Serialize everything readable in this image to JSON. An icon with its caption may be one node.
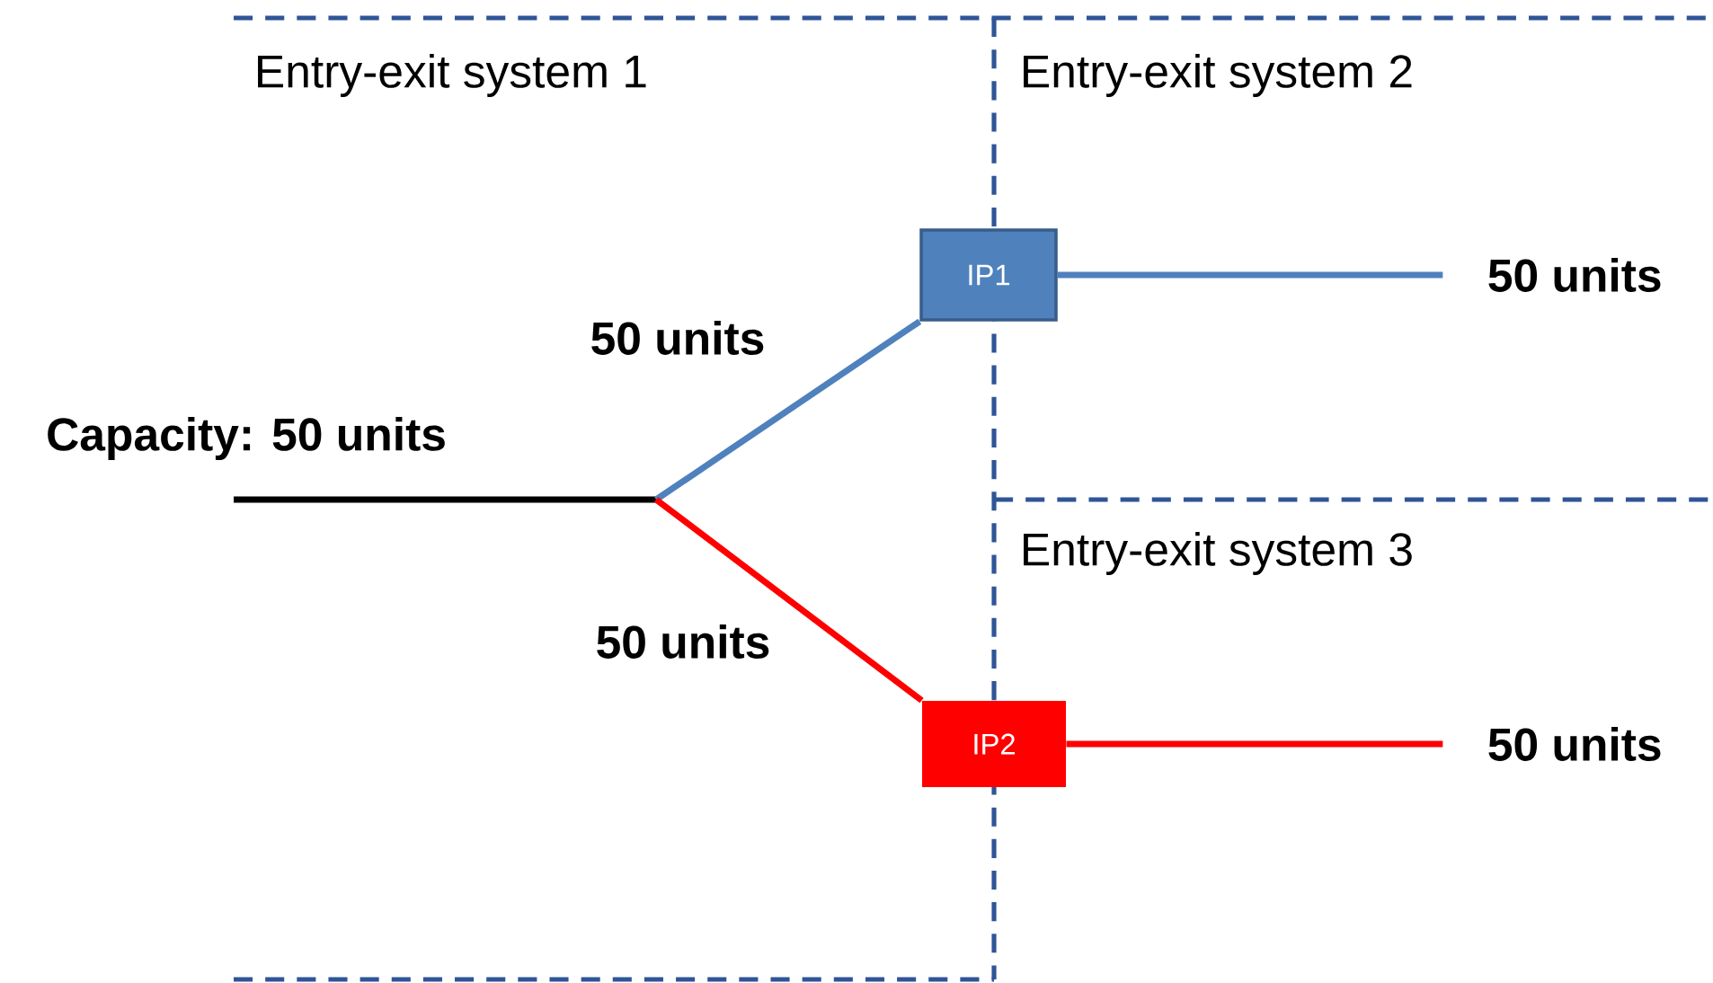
{
  "diagram": {
    "nodes": [
      {
        "text": [
          "Capacity: 50 units"
        ]
      },
      {
        "text": [
          "IP1"
        ]
      },
      {
        "text": [
          "IP2"
        ]
      },
      {
        "text": [
          "50 units"
        ]
      },
      {
        "text": [
          "50 units"
        ]
      }
    ],
    "edges": [
      {
        "from": 0,
        "to": 1,
        "arrow": "none",
        "label": "50 units",
        "color": "#4f81bd"
      },
      {
        "from": 0,
        "to": 2,
        "arrow": "none",
        "label": "50 units",
        "color": "#ff0000"
      },
      {
        "from": 1,
        "to": 3,
        "arrow": "none",
        "color": "#4f81bd"
      },
      {
        "from": 2,
        "to": 4,
        "arrow": "none",
        "color": "#ff0000"
      }
    ],
    "labels": [
      "Entry-exit system 1",
      "Entry-exit system 2",
      "Entry-exit system 3"
    ]
  }
}
